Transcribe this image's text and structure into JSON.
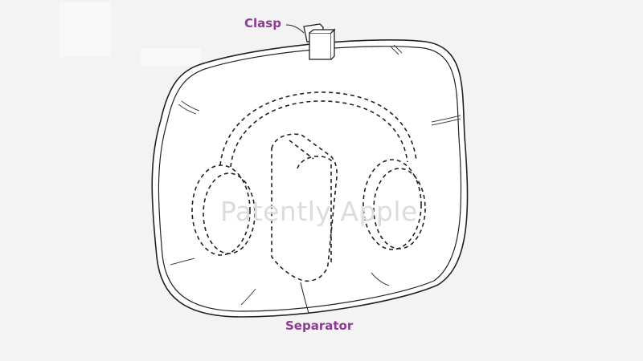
{
  "figure": {
    "type": "patent-drawing",
    "subject": "headphone carrying case",
    "labels": {
      "clasp": "Clasp",
      "separator": "Separator"
    },
    "watermark": "Patently Apple",
    "colors": {
      "background": "#f3f3f3",
      "label": "#8e3c93",
      "line": "#222222",
      "watermark": "#dcdcdc"
    }
  }
}
